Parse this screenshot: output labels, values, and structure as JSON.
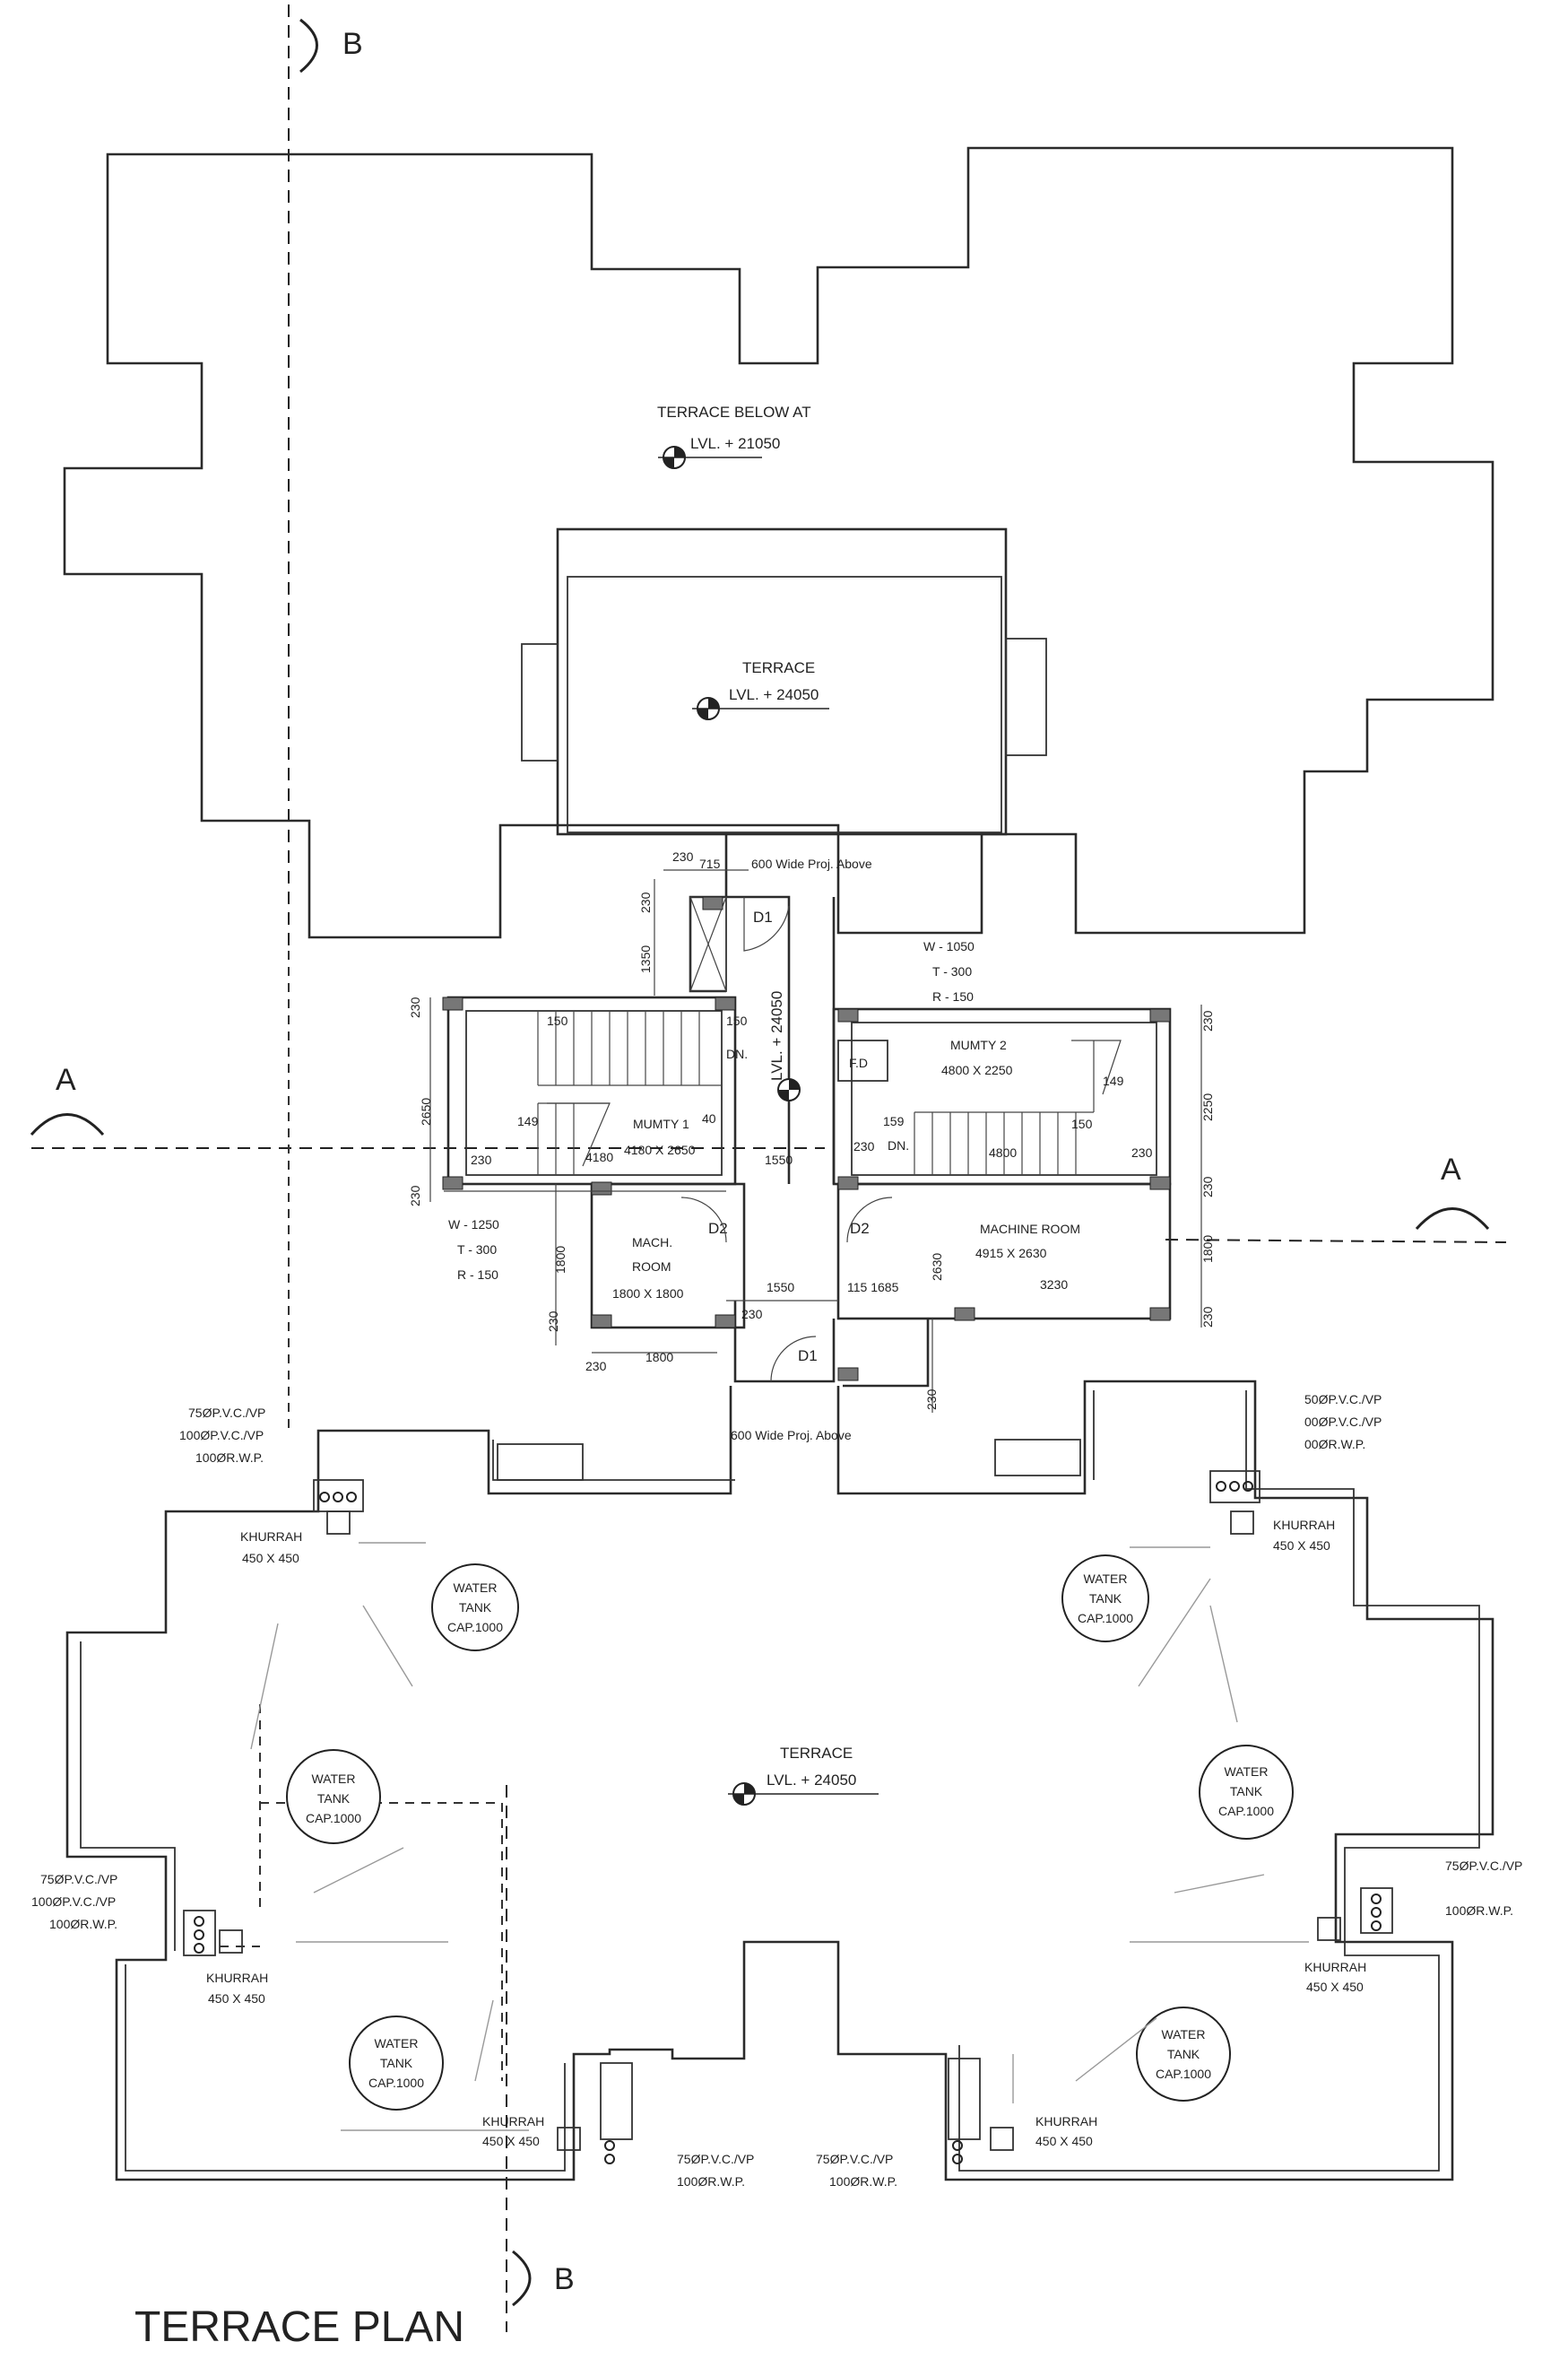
{
  "title": "TERRACE PLAN",
  "section_marks": {
    "a": "A",
    "b": "B"
  },
  "terrace_below": {
    "label": "TERRACE BELOW AT",
    "level": "LVL. + 21050"
  },
  "upper_terrace": {
    "label": "TERRACE",
    "level": "LVL. + 24050"
  },
  "main_terrace": {
    "label": "TERRACE",
    "level": "LVL. + 24050"
  },
  "core_level": "LVL. + 24050",
  "projection_top": "600 Wide Proj. Above",
  "projection_bottom": "600 Wide Proj. Above",
  "doors": {
    "d1_top": "D1",
    "d1_bottom": "D1",
    "d2_left": "D2",
    "d2_right": "D2",
    "fd": "F.D"
  },
  "stair_left": {
    "w": "W - 1250",
    "t": "T - 300",
    "r": "R - 150"
  },
  "stair_right": {
    "w": "W - 1050",
    "t": "T - 300",
    "r": "R - 150"
  },
  "rooms": {
    "mumty1": {
      "name": "MUMTY 1",
      "size": "4180 X 2650"
    },
    "mumty2": {
      "name": "MUMTY 2",
      "size": "4800 X 2250"
    },
    "mach_room": {
      "name1": "MACH.",
      "name2": "ROOM",
      "size": "1800 X 1800"
    },
    "machine_room": {
      "name": "MACHINE ROOM",
      "size": "4915 X 2630"
    }
  },
  "stair_labels": {
    "dn": "DN.",
    "dn_159": "159",
    "dn2": "DN."
  },
  "dims": {
    "d230": "230",
    "d715": "715",
    "d1350": "1350",
    "d2650": "2650",
    "d150": "150",
    "d149": "149",
    "d40": "40",
    "d4180": "4180",
    "d1550": "1550",
    "d159": "159",
    "d4800": "4800",
    "d2250": "2250",
    "d1800": "1800",
    "d115": "115 1685",
    "d2630": "2630",
    "d3230": "3230"
  },
  "water_tank": {
    "line1": "WATER",
    "line2": "TANK",
    "line3": "CAP.1000"
  },
  "khurrah": {
    "name": "KHURRAH",
    "size": "450 X 450"
  },
  "pipes": {
    "pvc75": "75ØP.V.C./VP",
    "pvc100": "100ØP.V.C./VP",
    "rwp100": "100ØR.W.P.",
    "pvc50": "50ØP.V.C./VP",
    "pvc00": "00ØP.V.C./VP",
    "rwp00": "00ØR.W.P."
  }
}
